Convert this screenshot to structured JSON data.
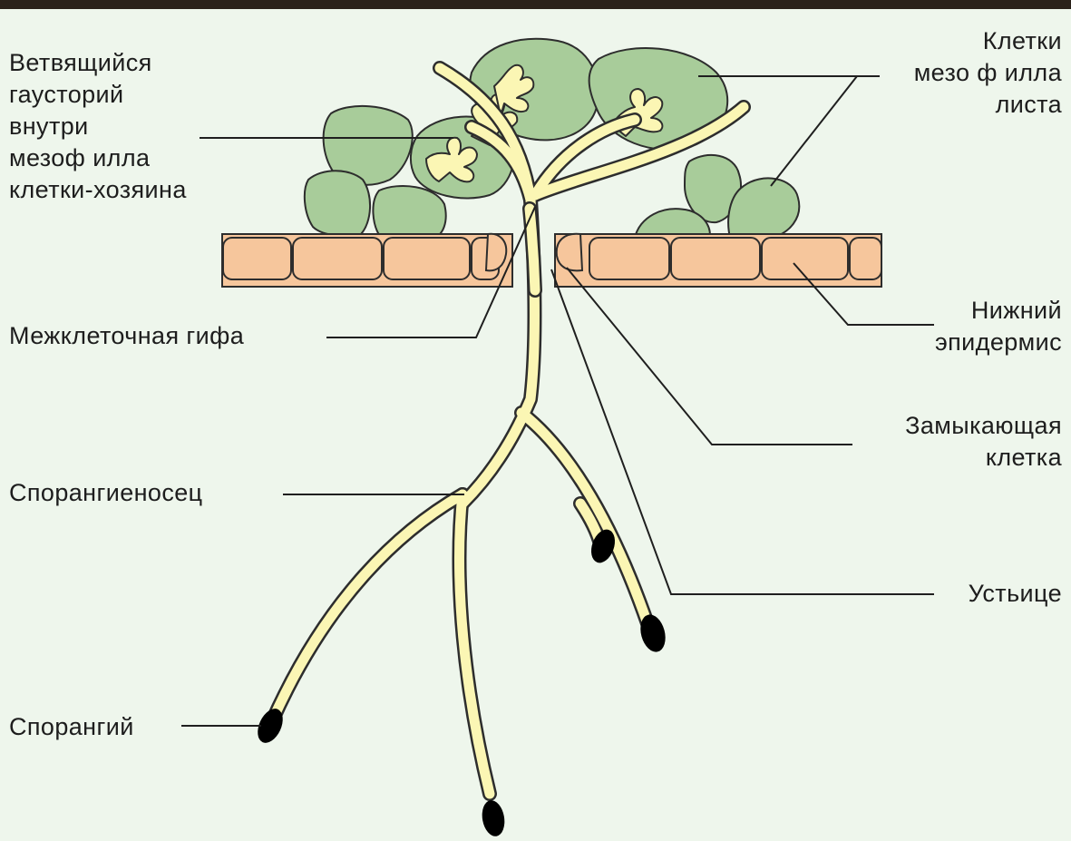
{
  "colors": {
    "background": "#eef6ec",
    "mesophyll_cell": "#a8cc9a",
    "epidermis_cell": "#f6c69c",
    "hypha": "#fbf6b4",
    "sporangium": "#000000",
    "leader_line": "#1f1f1f"
  },
  "labels": {
    "haustorium": "Ветвящийся\nгаусторий\nвнутри\nмезоф илла\nклетки-хозяина",
    "mesophyll_cells": "Клетки\nмезо ф илла\nлиста",
    "intercellular_hypha": "Межклеточная гифа",
    "lower_epidermis": "Нижний\nэпидермис",
    "guard_cell": "Замыкающая\nклетка",
    "sporangiophore": "Спорангиеносец",
    "stoma": "Устьице",
    "sporangium": "Спорангий"
  }
}
